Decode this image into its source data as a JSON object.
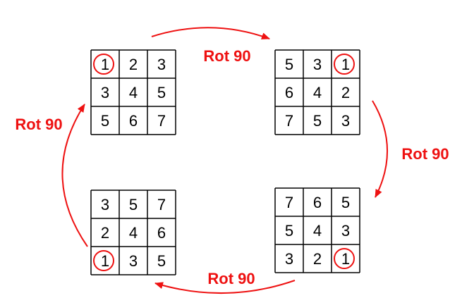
{
  "accent_color": "#ee1111",
  "grids": [
    {
      "name": "grid-top-left",
      "cells": [
        [
          "1",
          "2",
          "3"
        ],
        [
          "3",
          "4",
          "5"
        ],
        [
          "5",
          "6",
          "7"
        ]
      ],
      "circled": [
        0,
        0
      ]
    },
    {
      "name": "grid-top-right",
      "cells": [
        [
          "5",
          "3",
          "1"
        ],
        [
          "6",
          "4",
          "2"
        ],
        [
          "7",
          "5",
          "3"
        ]
      ],
      "circled": [
        0,
        2
      ]
    },
    {
      "name": "grid-bottom-right",
      "cells": [
        [
          "7",
          "6",
          "5"
        ],
        [
          "5",
          "4",
          "3"
        ],
        [
          "3",
          "2",
          "1"
        ]
      ],
      "circled": [
        2,
        2
      ]
    },
    {
      "name": "grid-bottom-left",
      "cells": [
        [
          "3",
          "5",
          "7"
        ],
        [
          "2",
          "4",
          "6"
        ],
        [
          "1",
          "3",
          "5"
        ]
      ],
      "circled": [
        2,
        0
      ]
    }
  ],
  "labels": {
    "top": "Rot 90",
    "right": "Rot 90",
    "bottom": "Rot 90",
    "left": "Rot 90"
  }
}
